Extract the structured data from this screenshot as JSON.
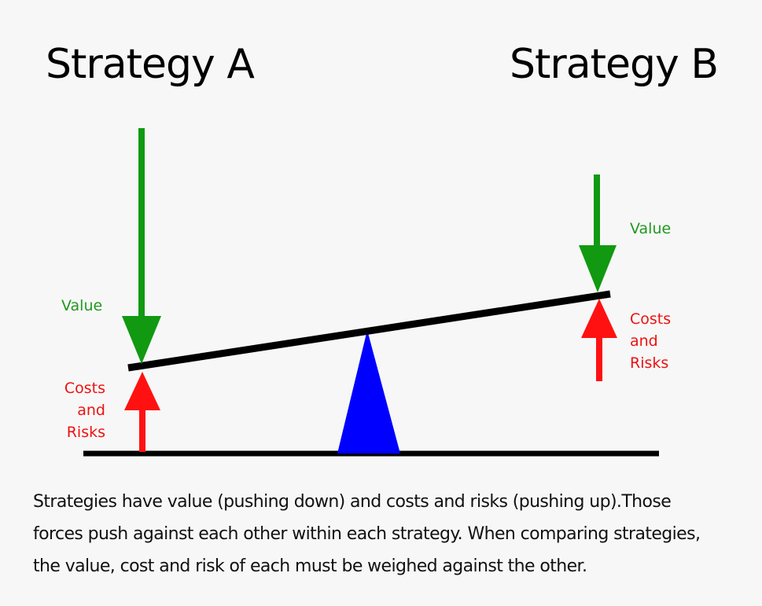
{
  "strategy_a": {
    "title": "Strategy A",
    "value_label": "Value",
    "cost_label_lines": [
      "Costs",
      "and",
      "Risks"
    ]
  },
  "strategy_b": {
    "title": "Strategy B",
    "value_label": "Value",
    "cost_label_lines": [
      "Costs",
      "and",
      "Risks"
    ]
  },
  "caption_lines": [
    "Strategies have value (pushing down) and costs and risks (pushing up).Those",
    "forces push against each other within each strategy.  When comparing strategies,",
    "the value, cost and risk of each must be weighed against the other."
  ],
  "colors": {
    "value": "#119911",
    "costs_risks": "#ff1111",
    "fulcrum": "#0000ff",
    "beam": "#000000"
  }
}
